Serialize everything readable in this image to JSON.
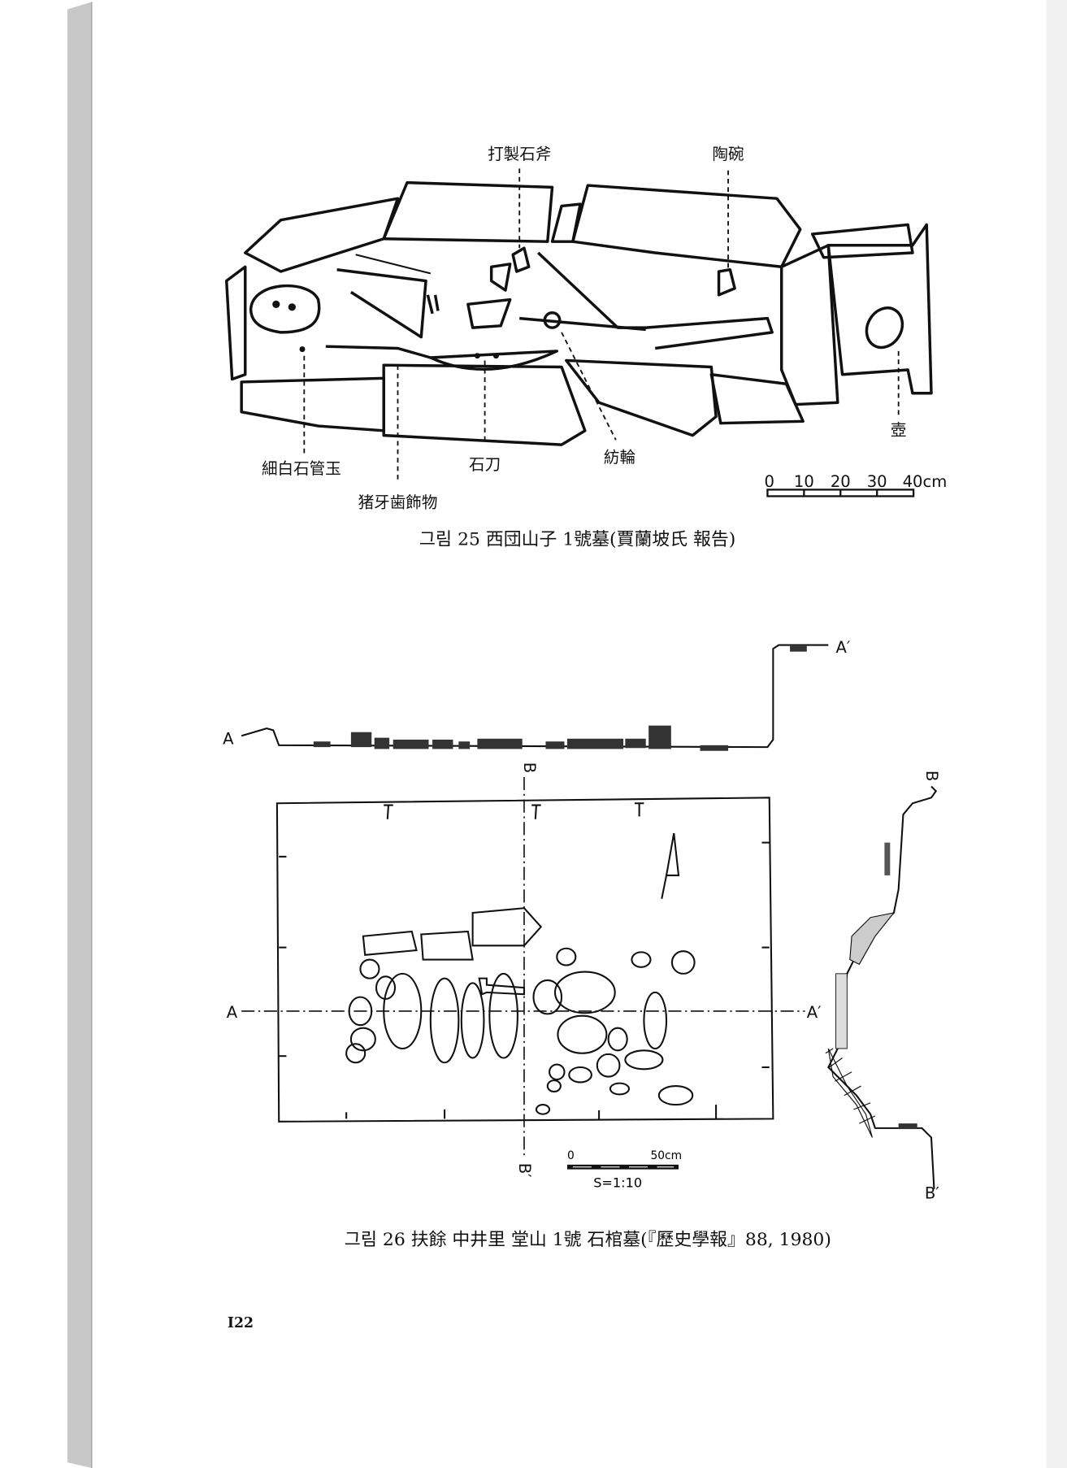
{
  "figure25": {
    "labels": {
      "hand_axe": "打製石斧",
      "pottery_bowl": "陶碗",
      "beads": "細白石管玉",
      "boar_tusk": "猪牙歯飾物",
      "stone_knife": "石刀",
      "spindle_whorl": "紡輪",
      "jar": "壺"
    },
    "scale": {
      "ticks": [
        "0",
        "10",
        "20",
        "30",
        "40cm"
      ]
    },
    "caption": "그림 25   西団山子  1號墓(賈蘭坡氏  報告)"
  },
  "figure26": {
    "section_labels": {
      "a": "A",
      "a_prime": "A′",
      "b": "B",
      "b_prime": "B′"
    },
    "scale": {
      "zero": "0",
      "end": "50cm",
      "ratio": "S=1:10"
    },
    "caption": "그림 26   扶餘  中井里  堂山  1號  石棺墓(『歷史學報』88, 1980)"
  },
  "page_number": "I22"
}
